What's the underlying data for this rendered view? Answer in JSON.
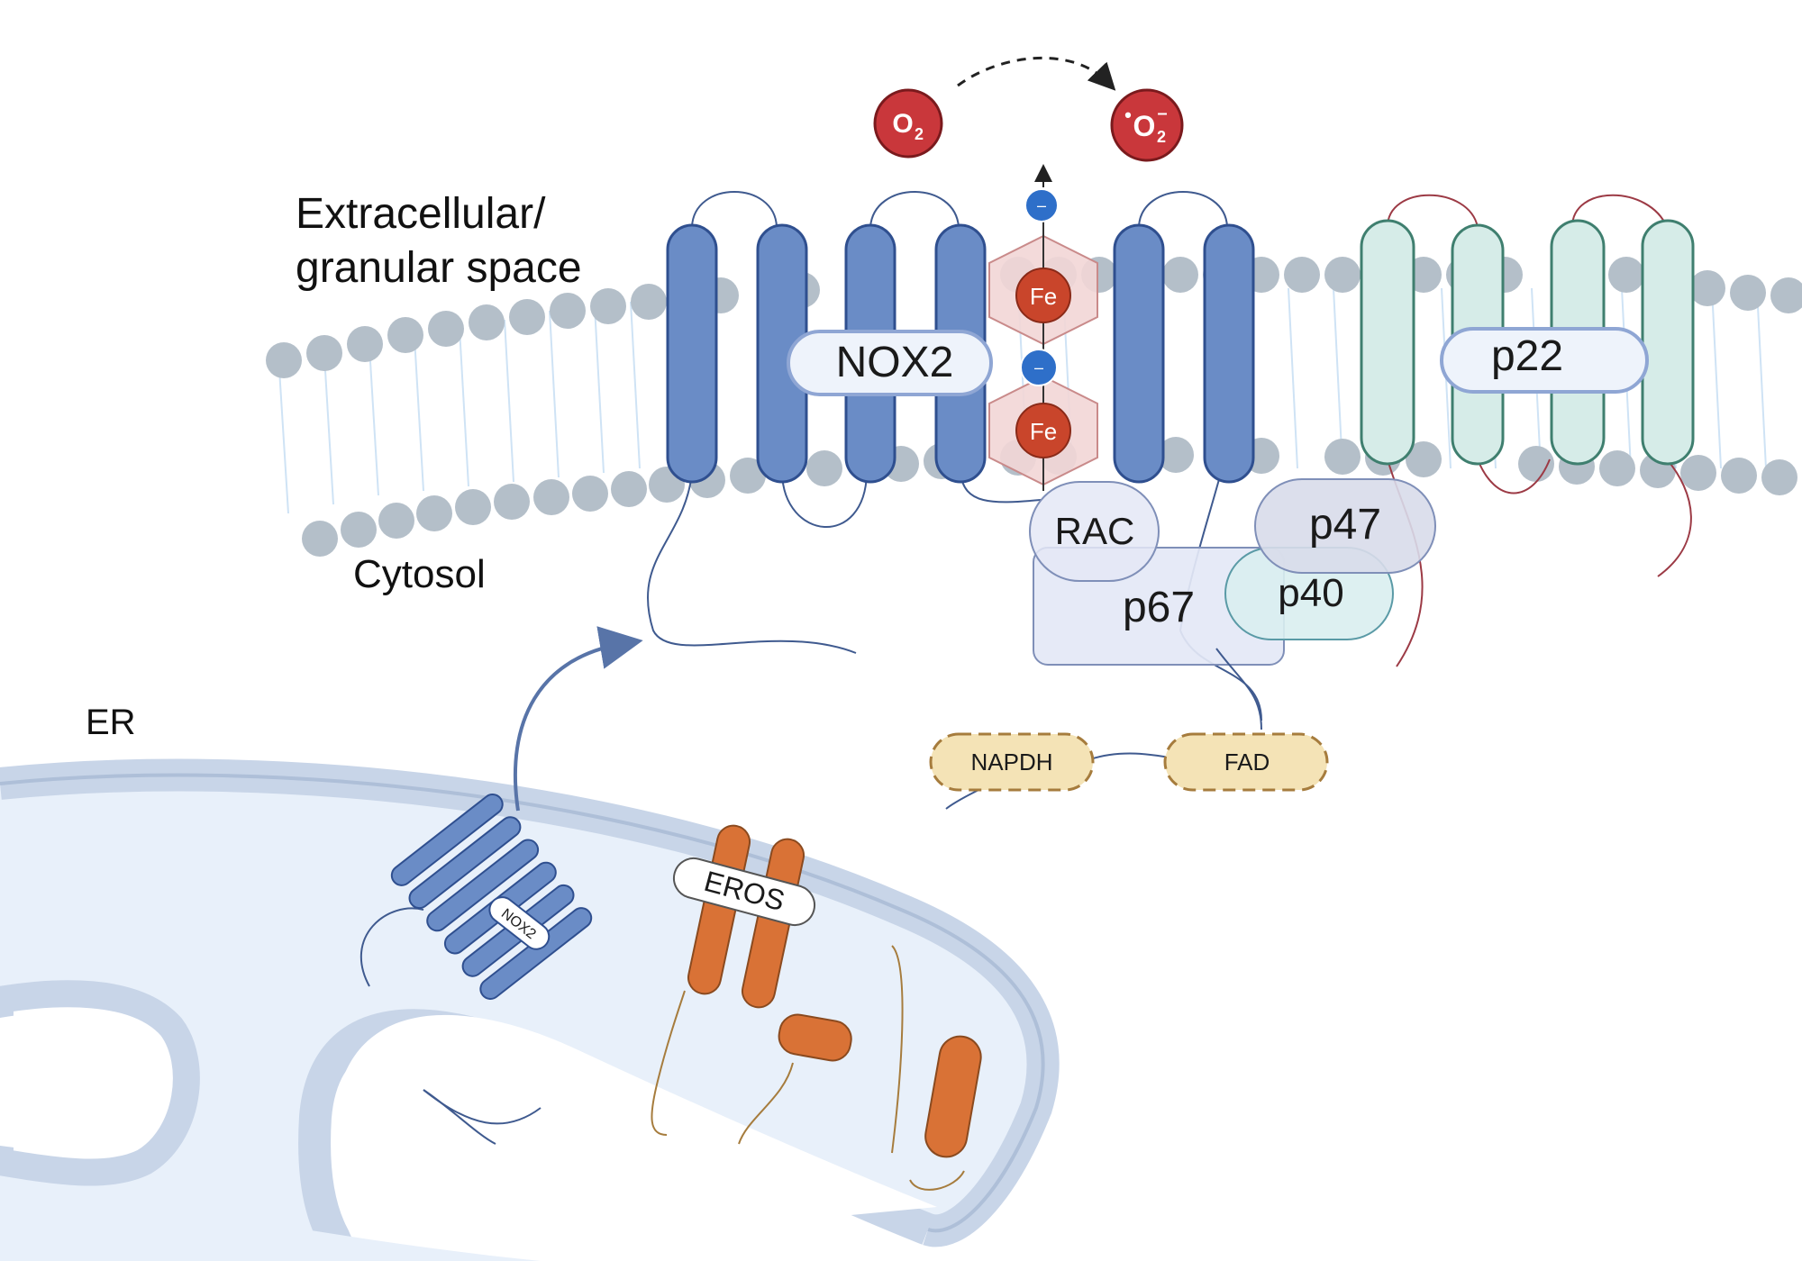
{
  "labels": {
    "extracellular_line1": "Extracellular/",
    "extracellular_line2": "granular space",
    "cytosol": "Cytosol",
    "er": "ER"
  },
  "molecules": {
    "oxygen": "O",
    "oxygen_subscript": "2",
    "superoxide": "O",
    "superoxide_subscript": "2",
    "superoxide_radical_dot": "•",
    "superoxide_charge": "–",
    "electron": "–",
    "iron": "Fe"
  },
  "proteins": {
    "nox2": "NOX2",
    "p22": "p22",
    "rac": "RAC",
    "p47": "p47",
    "p67": "p67",
    "p40": "p40",
    "nox2_er": "NOX2",
    "eros": "EROS"
  },
  "cofactors": {
    "napdh": "NAPDH",
    "fad": "FAD"
  },
  "colors": {
    "nox2_blue": "#6a8cc6",
    "nox2_outline": "#2f4f8f",
    "p22_green": "#d6ece8",
    "p22_outline": "#3f7f6f",
    "eros_orange": "#d97236",
    "oxygen_red": "#c9373b",
    "lipid_head": "#b4bfc9",
    "er_fill": "#e8f0fa",
    "er_outline": "#c8d5e8",
    "cofactor_fill": "#f4e3b6",
    "cofactor_outline": "#a67c3d",
    "heme_fill": "#f2d6d6",
    "heme_outline": "#c98a8a"
  }
}
